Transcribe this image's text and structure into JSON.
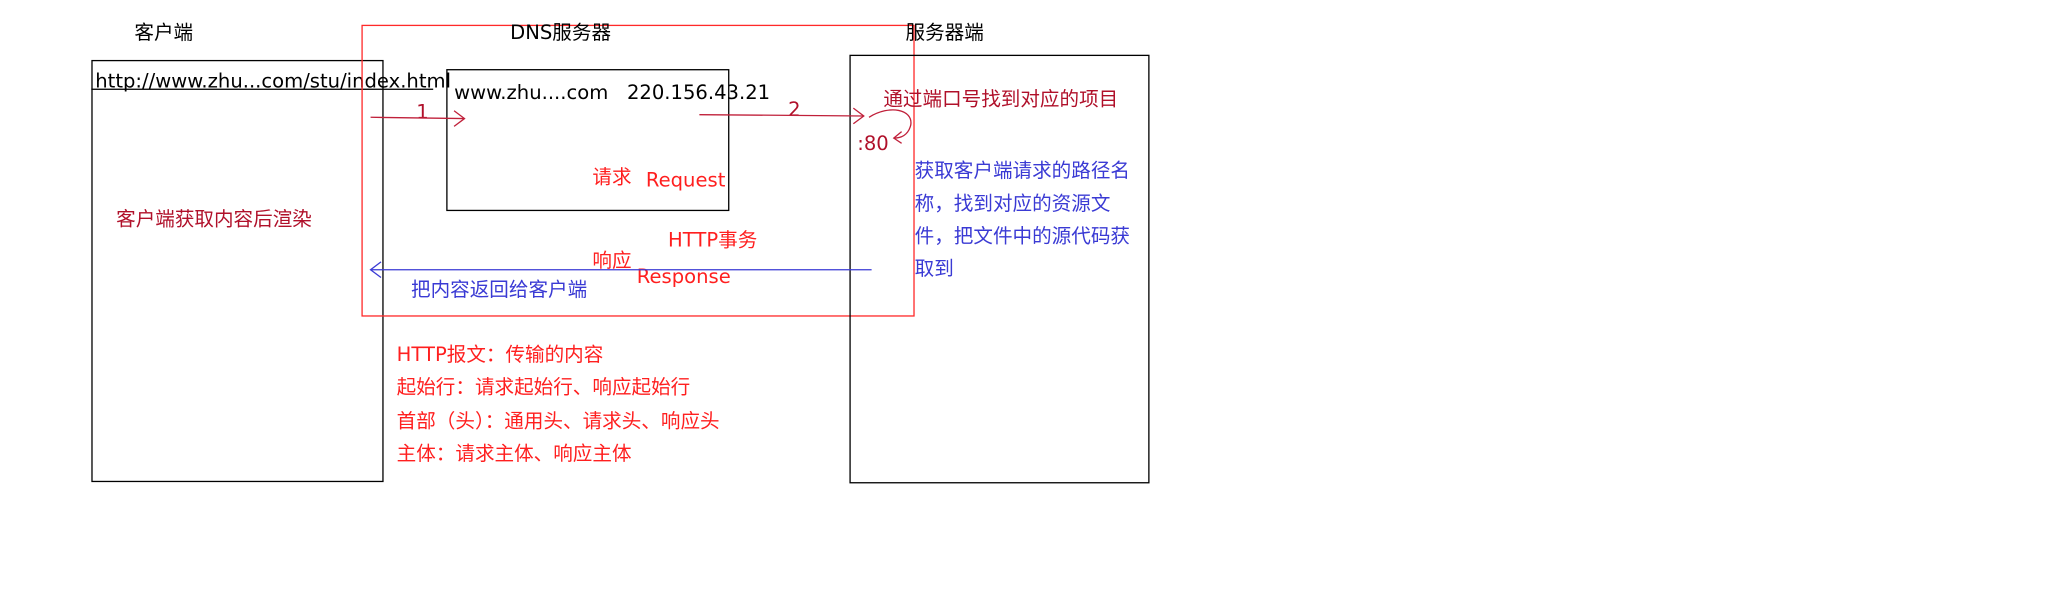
{
  "client": {
    "title": "客户端",
    "url": "http://www.zhu...com/stu/index.html",
    "render_note": "客户端获取内容后渲染"
  },
  "dns": {
    "title": "DNS服务器",
    "domain_ip": "www.zhu....com   220.156.43.21",
    "request_cn": "请求",
    "request_en": "Request"
  },
  "server": {
    "title": "服务器端",
    "port": ":80",
    "find_project": "通过端口号找到对应的项目",
    "resource_lines": [
      "获取客户端请求的路径名",
      "称，找到对应的资源文",
      "件，把文件中的源代码获",
      "取到"
    ]
  },
  "arrows": {
    "step1": "1",
    "step2": "2"
  },
  "transaction": {
    "label": "HTTP事务",
    "response_cn": "响应",
    "response_en": "Response",
    "return_note": "把内容返回给客户端"
  },
  "notes": [
    "HTTP报文：传输的内容",
    "起始行：请求起始行、响应起始行",
    "首部（头）：通用头、请求头、响应头",
    "主体：请求主体、响应主体"
  ],
  "colors": {
    "transaction_border": "#ff2a2a",
    "request_arrow": "#c0203a",
    "response_arrow": "#3a3ad4",
    "box_border": "#000000"
  }
}
